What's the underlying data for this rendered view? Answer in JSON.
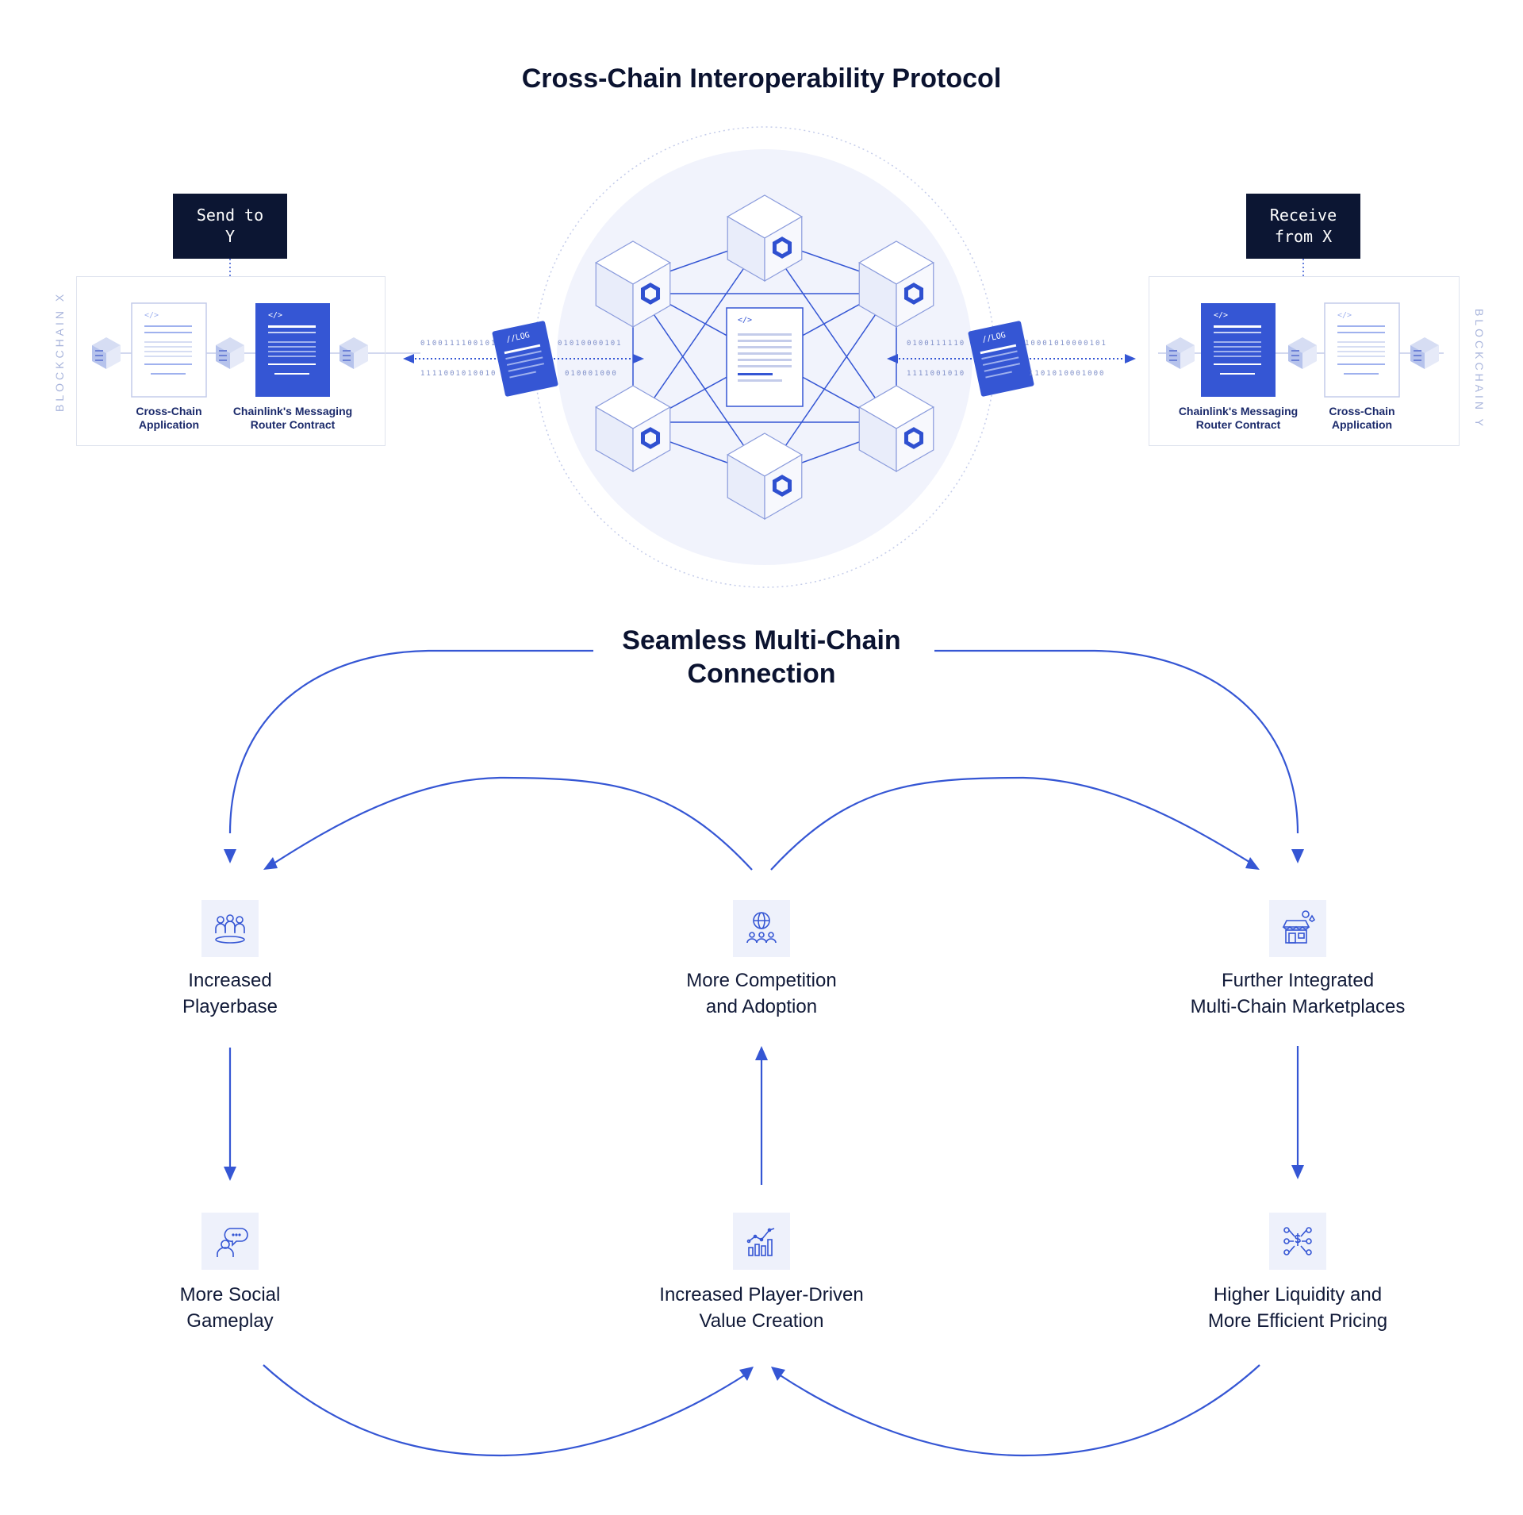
{
  "header": {
    "title": "Cross-Chain Interoperability Protocol"
  },
  "left": {
    "tag": "Send to\nY",
    "chain_label": "BLOCKCHAIN X",
    "app_caption": "Cross-Chain\nApplication",
    "router_caption": "Chainlink's Messaging\nRouter Contract",
    "bits_top": "0100111100101",
    "bits_top_right": "01010000101",
    "bits_bottom": "1111001010010",
    "bits_bottom_right": "010001000",
    "log_label": "//LOG"
  },
  "right": {
    "tag": "Receive\nfrom X",
    "chain_label": "BLOCKCHAIN Y",
    "app_caption": "Cross-Chain\nApplication",
    "router_caption": "Chainlink's Messaging\nRouter Contract",
    "bits_top": "0100111110",
    "bits_top_right": "10001010000101",
    "bits_bottom": "1111001010",
    "bits_bottom_right": "1101010001000",
    "log_label": "//LOG"
  },
  "center": {
    "code_glyph": "</>"
  },
  "flow": {
    "title": "Seamless Multi-Chain\nConnection",
    "nodes": [
      {
        "label": "Increased\nPlayerbase",
        "icon": "community-icon"
      },
      {
        "label": "More Competition\nand Adoption",
        "icon": "globe-people-icon"
      },
      {
        "label": "Further Integrated\nMulti-Chain Marketplaces",
        "icon": "marketplace-icon"
      },
      {
        "label": "More Social\nGameplay",
        "icon": "chat-person-icon"
      },
      {
        "label": "Increased Player-Driven\nValue Creation",
        "icon": "growth-chart-icon"
      },
      {
        "label": "Higher Liquidity and\nMore Efficient Pricing",
        "icon": "liquidity-network-icon"
      }
    ]
  },
  "colors": {
    "accent": "#3556d4",
    "dark": "#0c1633",
    "light": "#eef1fb",
    "muted": "#a9b5dc"
  }
}
